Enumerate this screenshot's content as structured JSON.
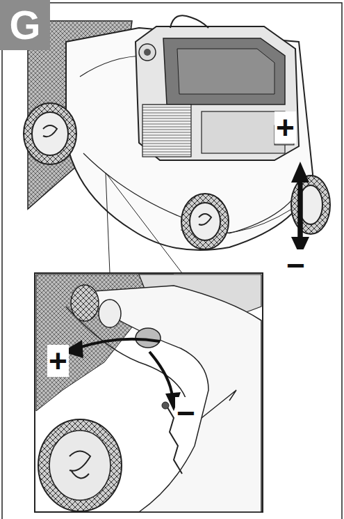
{
  "diagram": {
    "nodes": [
      {
        "text": [
          "G"
        ]
      }
    ],
    "labels": [
      "+",
      "−",
      "+",
      "−"
    ]
  }
}
